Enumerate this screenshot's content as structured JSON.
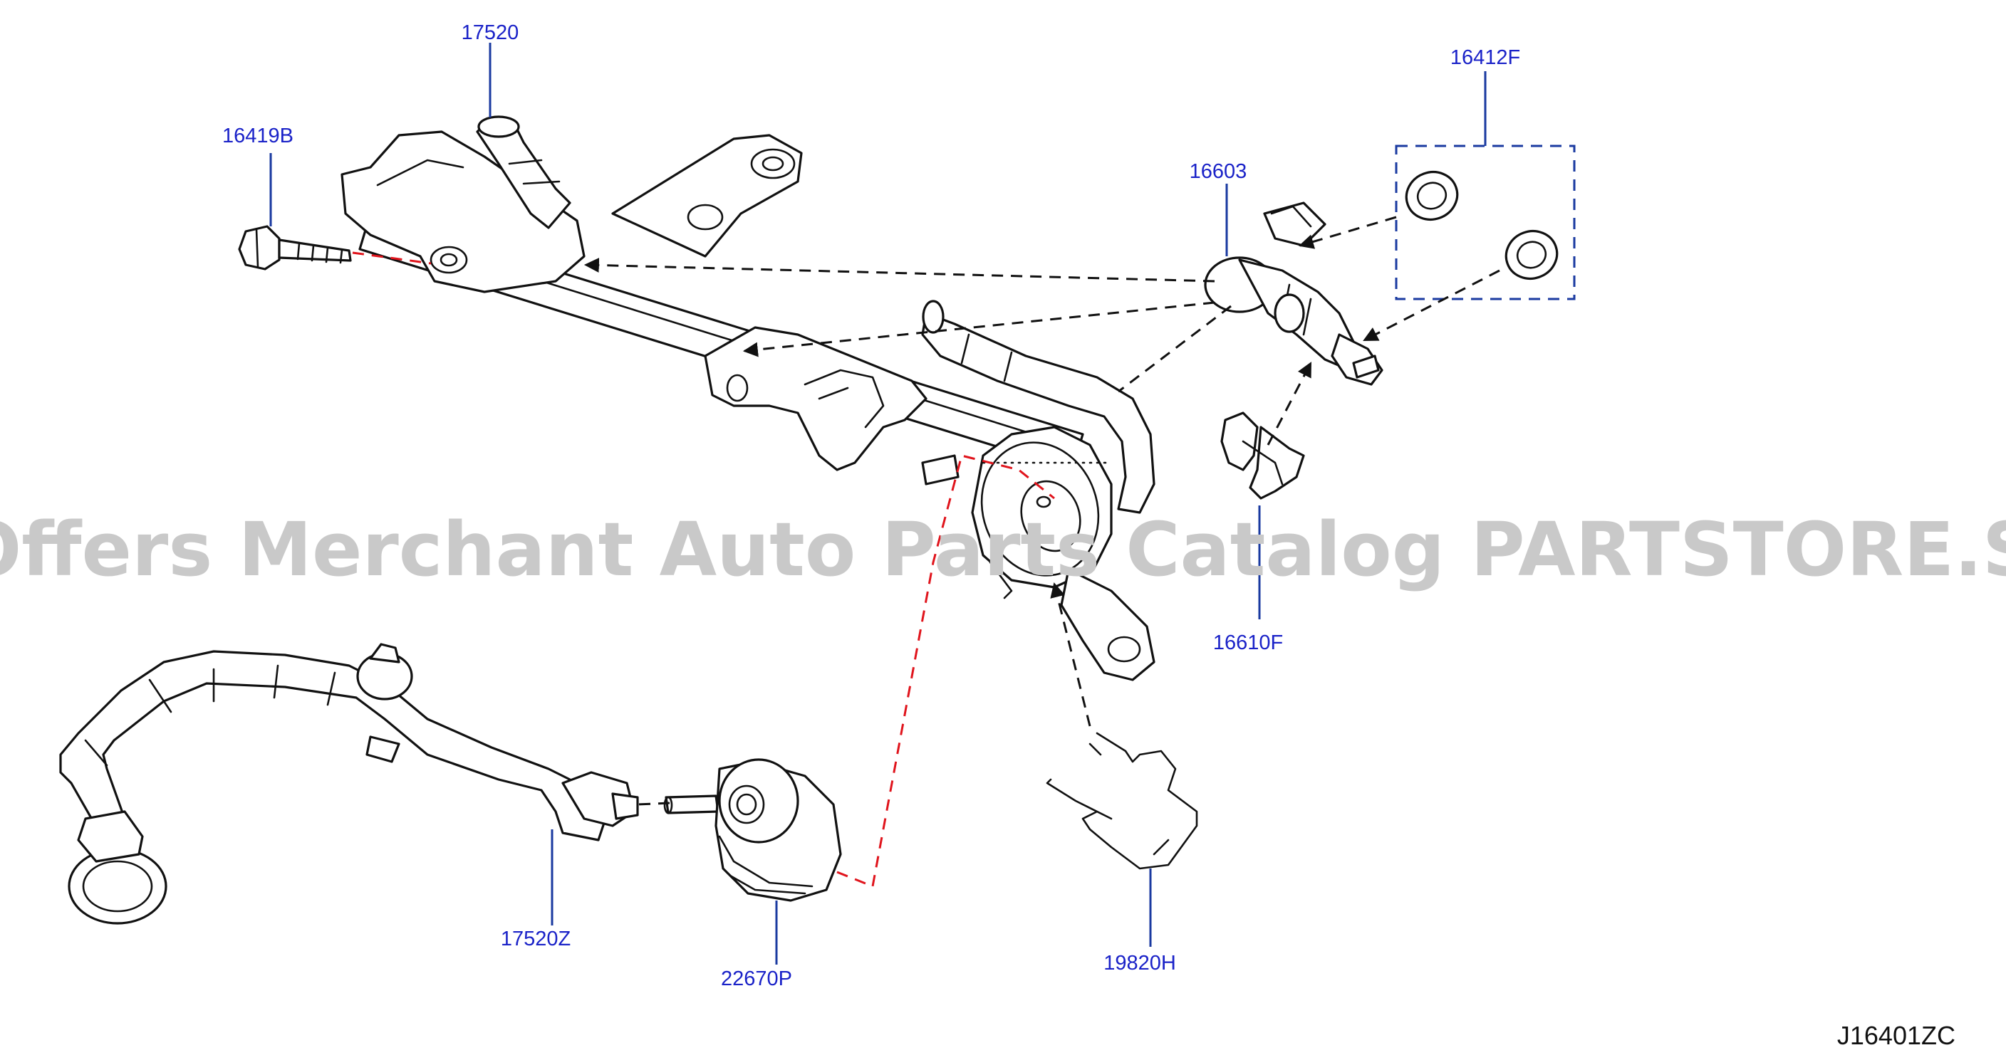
{
  "labels": {
    "p17520": "17520",
    "p16419B": "16419B",
    "p16412F": "16412F",
    "p16603": "16603",
    "p16610F": "16610F",
    "p17520Z": "17520Z",
    "p22670P": "22670P",
    "p19820H": "19820H"
  },
  "diagram_code": "J16401ZC",
  "watermark": "Offers Merchant Auto Parts Catalog PARTSTORE.SA",
  "colors": {
    "label_text": "#1a22c8",
    "leader_line": "#1a3aa0",
    "red_dash": "#e0141c",
    "line_art": "#111111"
  }
}
